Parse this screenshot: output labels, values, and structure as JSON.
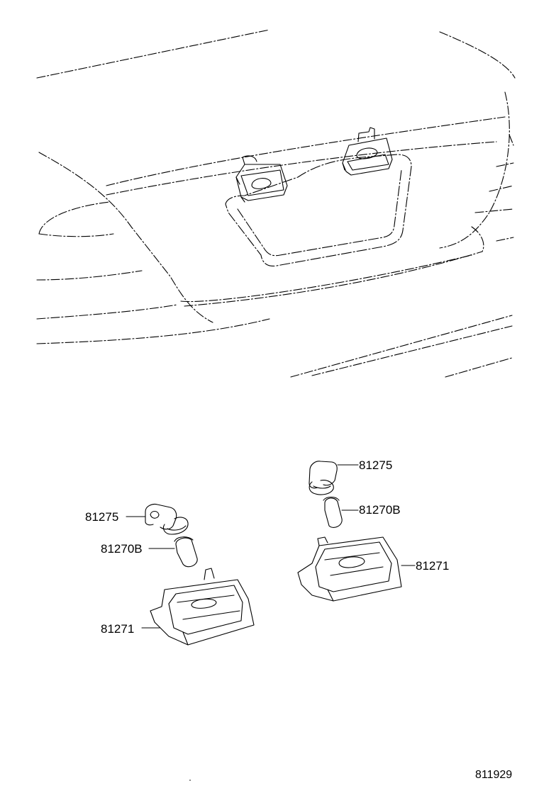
{
  "parts": {
    "right_holder": "81275",
    "right_bulb": "81270B",
    "right_lens": "81271",
    "left_holder": "81275",
    "left_bulb": "81270B",
    "left_lens": "81271"
  },
  "diagram_code": "811929",
  "colors": {
    "line": "#000000",
    "background": "#ffffff"
  }
}
